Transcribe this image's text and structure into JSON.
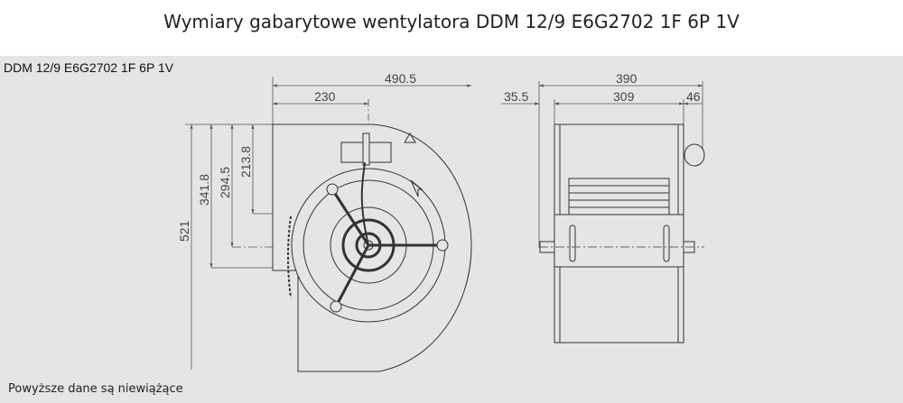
{
  "title": "Wymiary gabarytowe wentylatora DDM 12/9 E6G2702 1F 6P 1V",
  "model_label": "DDM 12/9 E6G2702 1F 6P 1V",
  "footer_note": "Powyższe dane są niewiążące",
  "front_view": {
    "width_total": "490.5",
    "width_to_axis": "230",
    "height_total": "521",
    "height_1": "341.8",
    "height_2": "294.5",
    "height_3": "213.8"
  },
  "side_view": {
    "width_total": "390",
    "offset_left": "35.5",
    "width_body": "309",
    "offset_right": "46"
  }
}
